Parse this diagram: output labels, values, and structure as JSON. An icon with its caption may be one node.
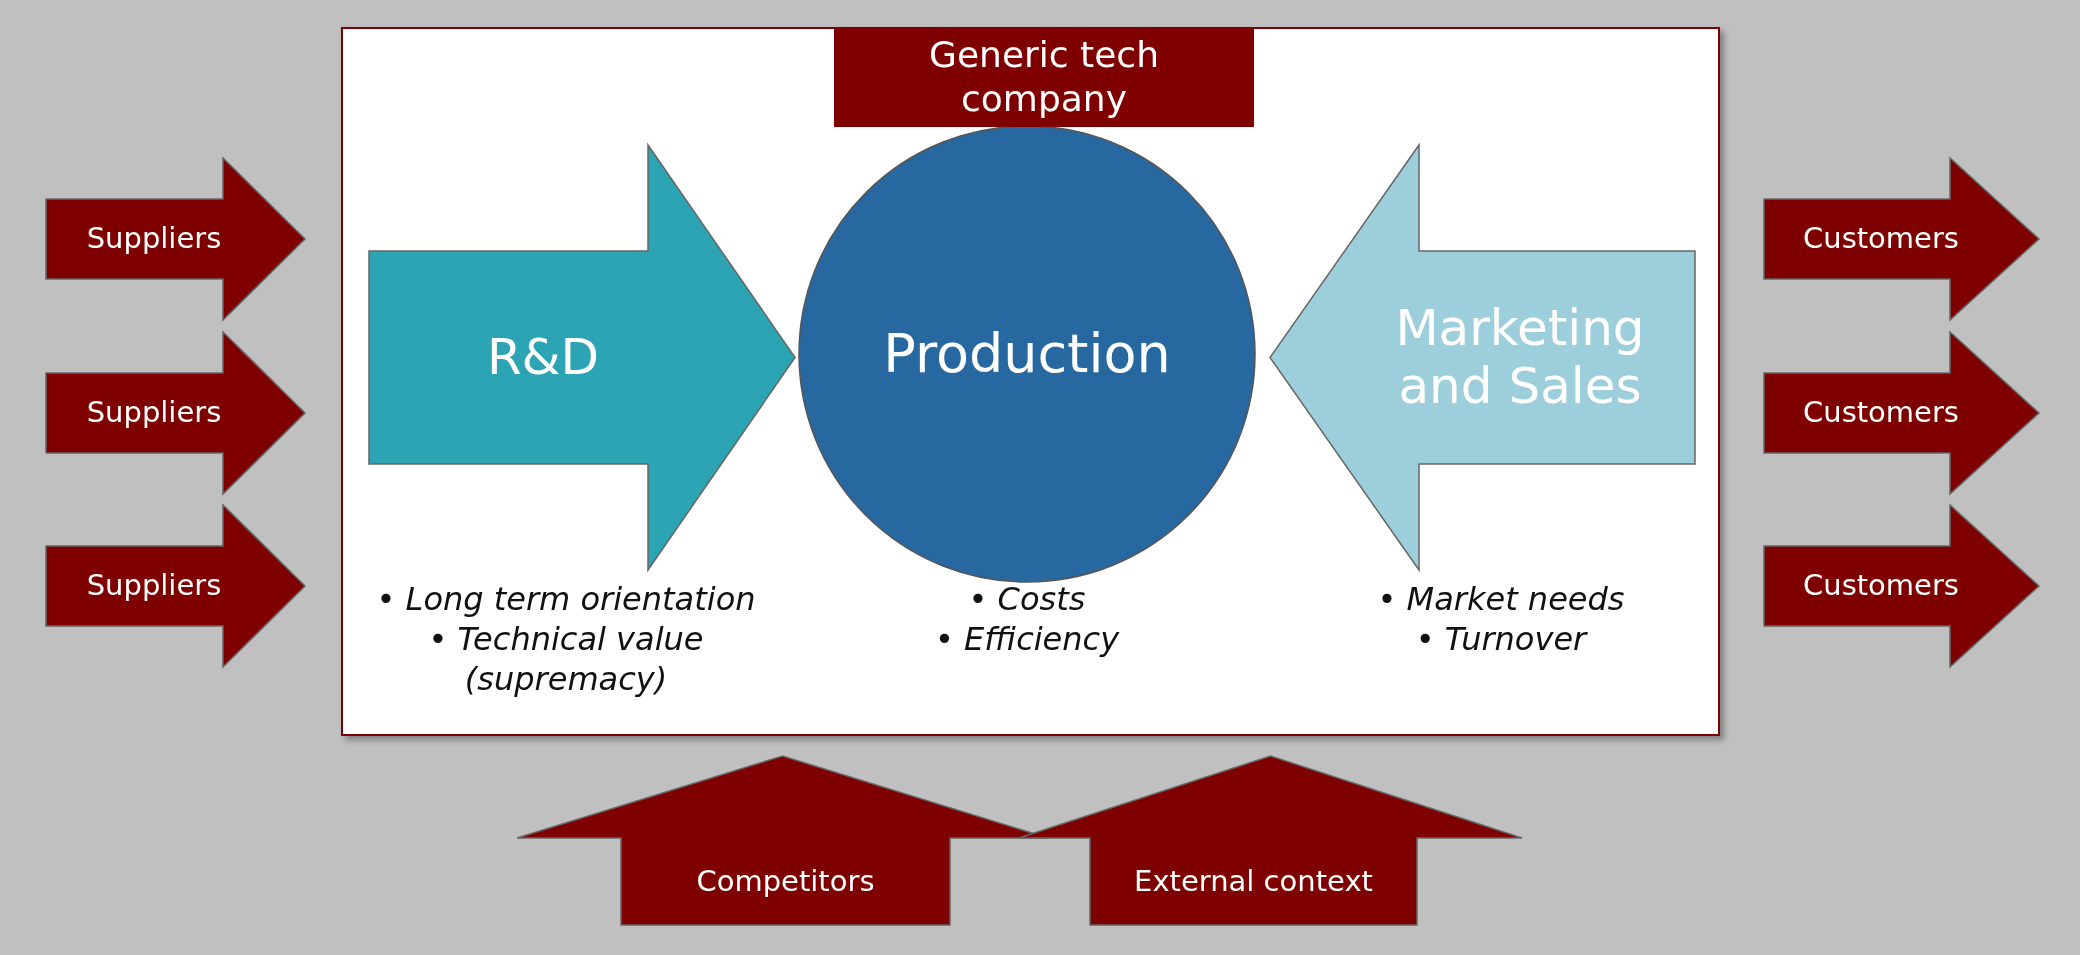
{
  "diagram": {
    "nodes": [
      {
        "text": [
          "Generic tech company"
        ]
      },
      {
        "text": [
          "R&D"
        ],
        "in": 0,
        "beside": [
          "• Long term orientation",
          "• Technical value (supremacy)"
        ]
      },
      {
        "text": [
          "Production"
        ],
        "in": 0,
        "beside": [
          "• Costs",
          "• Efficiency"
        ]
      },
      {
        "text": [
          "Marketing and Sales"
        ],
        "in": 0,
        "beside": [
          "• Market needs",
          "• Turnover"
        ]
      },
      {
        "text": [
          "Suppliers"
        ]
      },
      {
        "text": [
          "Suppliers"
        ]
      },
      {
        "text": [
          "Suppliers"
        ]
      },
      {
        "text": [
          "Customers"
        ]
      },
      {
        "text": [
          "Customers"
        ]
      },
      {
        "text": [
          "Customers"
        ]
      },
      {
        "text": [
          "Competitors"
        ]
      },
      {
        "text": [
          "External context"
        ]
      }
    ]
  }
}
